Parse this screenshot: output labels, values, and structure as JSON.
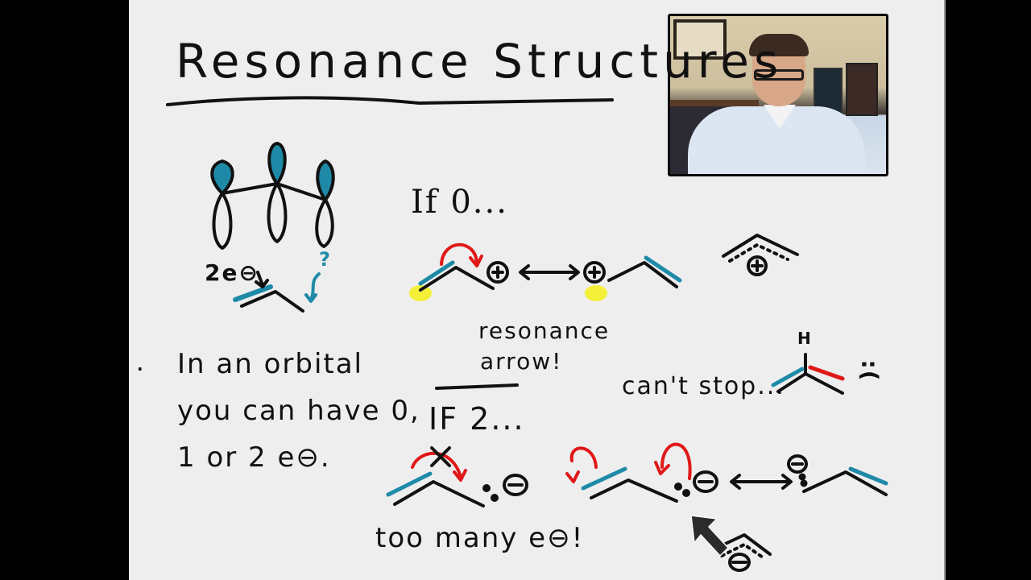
{
  "title": "Resonance Structures",
  "colors": {
    "board": "#eeeeee",
    "ink": "#111111",
    "teal": "#1f8aa8",
    "red": "#e01818",
    "highlight": "#f4f01a",
    "letterbox": "#000000"
  },
  "webcam": {
    "label": "presenter-video"
  },
  "orbital_diagram": {
    "electron_label": "2e⊖",
    "question_mark": "?"
  },
  "if_zero": {
    "label": "If 0...",
    "left_charge": "⊕",
    "right_charge": "⊕",
    "arrow": "↔"
  },
  "allyl_cation_hybrid": {
    "charge": "⊕"
  },
  "resonance_note": {
    "line1": "resonance",
    "line2": "arrow!"
  },
  "orbital_note": {
    "bullet": "·",
    "line1": "In an orbital",
    "line2": "you can have 0,",
    "line3": "1 or 2 e⊖."
  },
  "cant_stop": {
    "label": "can't stop...",
    "atom": "H",
    "face": ":("
  },
  "if_two": {
    "label": "IF 2...",
    "cross": "X",
    "warning": "too many e⊖!",
    "charge": "⊖",
    "right_charge": "⊖",
    "arrow": "↔"
  },
  "allyl_anion_hybrid": {
    "charge": "⊖"
  }
}
